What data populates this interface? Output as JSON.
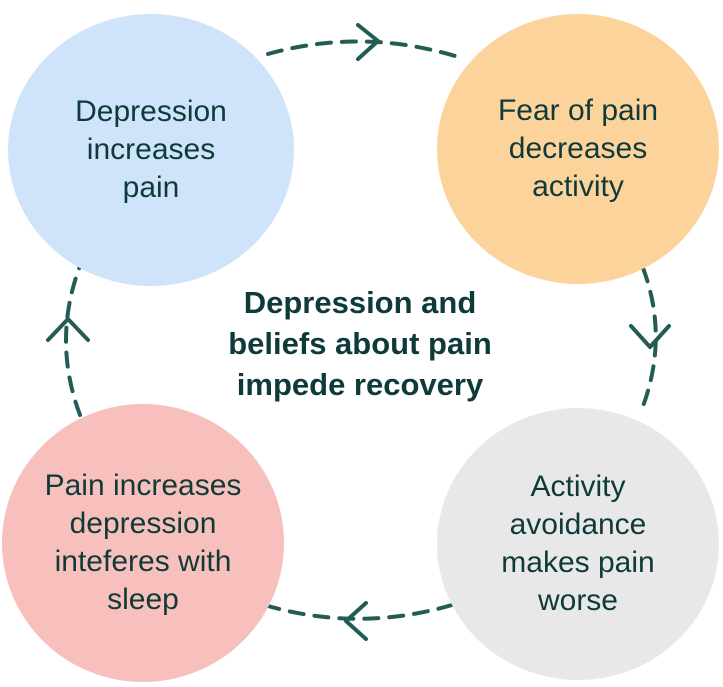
{
  "center_title": {
    "lines": [
      "Depression and",
      "beliefs about pain",
      "impede recovery"
    ]
  },
  "nodes": [
    {
      "id": "depression-increases-pain",
      "lines": [
        "Depression",
        "increases",
        "pain"
      ],
      "color": "#cfe3fb"
    },
    {
      "id": "fear-of-pain",
      "lines": [
        "Fear of pain",
        "decreases",
        "activity"
      ],
      "color": "#fdd39c"
    },
    {
      "id": "activity-avoidance",
      "lines": [
        "Activity",
        "avoidance",
        "makes pain",
        "worse"
      ],
      "color": "#e8e8e8"
    },
    {
      "id": "pain-increases-depression",
      "lines": [
        "Pain increases",
        "depression",
        "inteferes with",
        "sleep"
      ],
      "color": "#f8c0bd"
    }
  ],
  "arrow_color": "#235c55"
}
